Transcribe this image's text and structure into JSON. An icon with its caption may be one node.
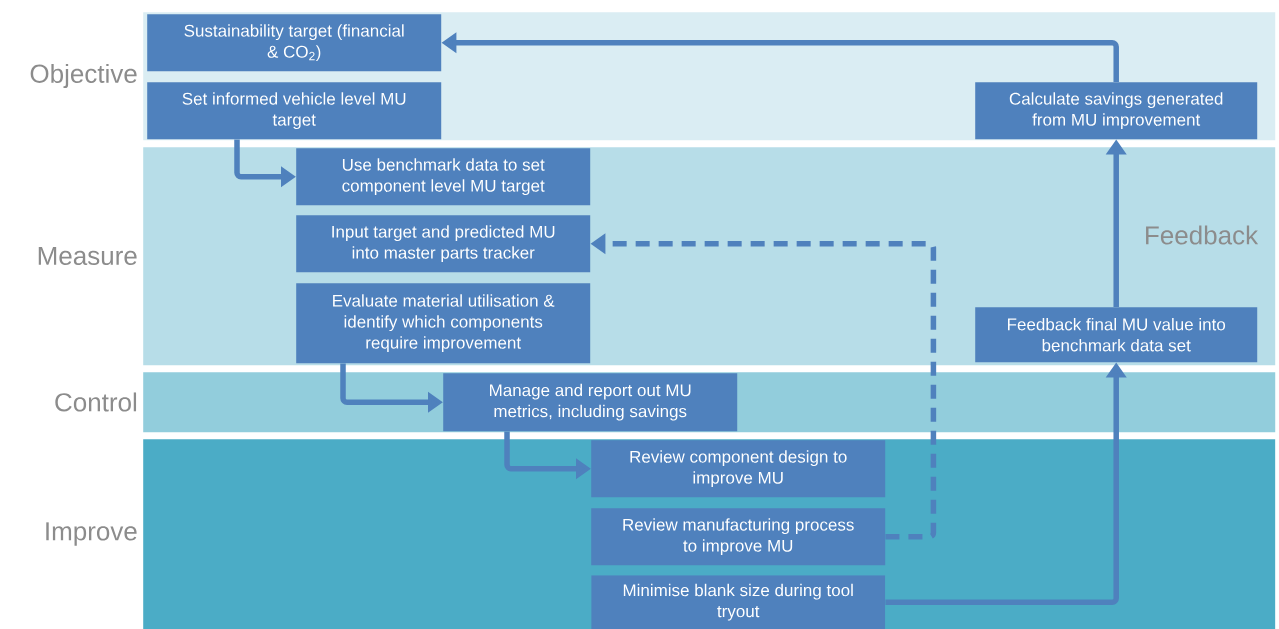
{
  "diagram": {
    "nodes": [
      {
        "text": [
          "Objective"
        ]
      },
      {
        "text": [
          "Sustainability target (financial & CO$_{2}$)"
        ],
        "in": 0
      },
      {
        "text": [
          "Set informed vehicle level MU target"
        ],
        "in": 0
      },
      {
        "text": [
          "Calculate savings generated from MU improvement"
        ],
        "in": 0
      },
      {
        "text": [
          "Measure"
        ]
      },
      {
        "text": [
          "Use benchmark data to set component level MU target"
        ],
        "in": 4
      },
      {
        "text": [
          "Input target and predicted MU into master parts tracker"
        ],
        "in": 4
      },
      {
        "text": [
          "Evaluate material utilisation & identify which components require improvement"
        ],
        "in": 4
      },
      {
        "text": [
          "Feedback final MU value into benchmark data set"
        ],
        "in": 4
      },
      {
        "text": [
          "Control"
        ]
      },
      {
        "text": [
          "Manage and report out MU metrics, including savings"
        ],
        "in": 9
      },
      {
        "text": [
          "Improve"
        ]
      },
      {
        "text": [
          "Review component design to improve MU"
        ],
        "in": 11
      },
      {
        "text": [
          "Review manufacturing process to improve MU"
        ],
        "in": 11
      },
      {
        "text": [
          "Minimise blank size during tool tryout"
        ],
        "in": 11
      }
    ],
    "edges": [
      {
        "from": 2,
        "to": 5,
        "arrow": "to"
      },
      {
        "from": 7,
        "to": 10,
        "arrow": "to"
      },
      {
        "from": 10,
        "to": 12,
        "arrow": "to"
      },
      {
        "from": 13,
        "to": 6,
        "arrow": "to",
        "style": "dashed"
      },
      {
        "from": 14,
        "to": 8,
        "arrow": "to"
      },
      {
        "from": 8,
        "to": 3,
        "arrow": "to",
        "label": "Feedback"
      },
      {
        "from": 3,
        "to": 1,
        "arrow": "to"
      }
    ]
  }
}
